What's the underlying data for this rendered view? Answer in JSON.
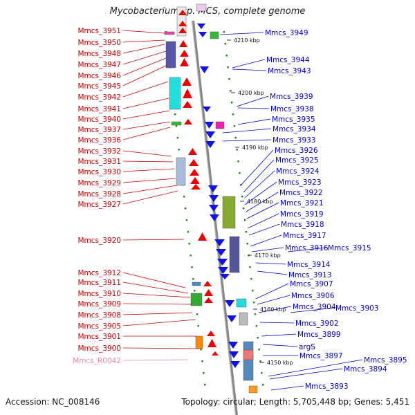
{
  "title": "Mycobacterium sp. MCS, complete genome",
  "accession": "Accession: NC_008146",
  "summary": "Topology: circular; Length: 5,705,448 bp; Genes: 5,451",
  "colors": {
    "left_label": "#cc0000",
    "right_label": "#0000cc",
    "rna_label": "#ee88aa",
    "backbone": "#888888",
    "tick": "#228822"
  },
  "scale_labels": [
    "4210 kbp",
    "4200 kbp",
    "4190 kbp",
    "4180 kbp",
    "4170 kbp",
    "4160 kbp",
    "4150 kbp"
  ],
  "left_labels": [
    "Mmcs_3951",
    "Mmcs_3950",
    "Mmcs_3948",
    "Mmcs_3947",
    "Mmcs_3946",
    "Mmcs_3945",
    "Mmcs_3942",
    "Mmcs_3941",
    "Mmcs_3940",
    "Mmcs_3937",
    "Mmcs_3936",
    "Mmcs_3932",
    "Mmcs_3931",
    "Mmcs_3930",
    "Mmcs_3929",
    "Mmcs_3928",
    "Mmcs_3927",
    "Mmcs_3920",
    "Mmcs_3912",
    "Mmcs_3911",
    "Mmcs_3910",
    "Mmcs_3909",
    "Mmcs_3908",
    "Mmcs_3905",
    "Mmcs_3901",
    "Mmcs_3900",
    "Mmcs_R0042"
  ],
  "right_labels": [
    "Mmcs_3949",
    "Mmcs_3944",
    "Mmcs_3943",
    "Mmcs_3939",
    "Mmcs_3938",
    "Mmcs_3935",
    "Mmcs_3934",
    "Mmcs_3933",
    "Mmcs_3926",
    "Mmcs_3925",
    "Mmcs_3924",
    "Mmcs_3923",
    "Mmcs_3922",
    "Mmcs_3921",
    "Mmcs_3919",
    "Mmcs_3918",
    "Mmcs_3917",
    "Mmcs_3916",
    "Mmcs_3915",
    "Mmcs_3914",
    "Mmcs_3913",
    "Mmcs_3907",
    "Mmcs_3906",
    "Mmcs_3904",
    "Mmcs_3903",
    "Mmcs_3902",
    "Mmcs_3899",
    "argS",
    "Mmcs_3897",
    "Mmcs_3895",
    "Mmcs_3894",
    "Mmcs_3893"
  ]
}
